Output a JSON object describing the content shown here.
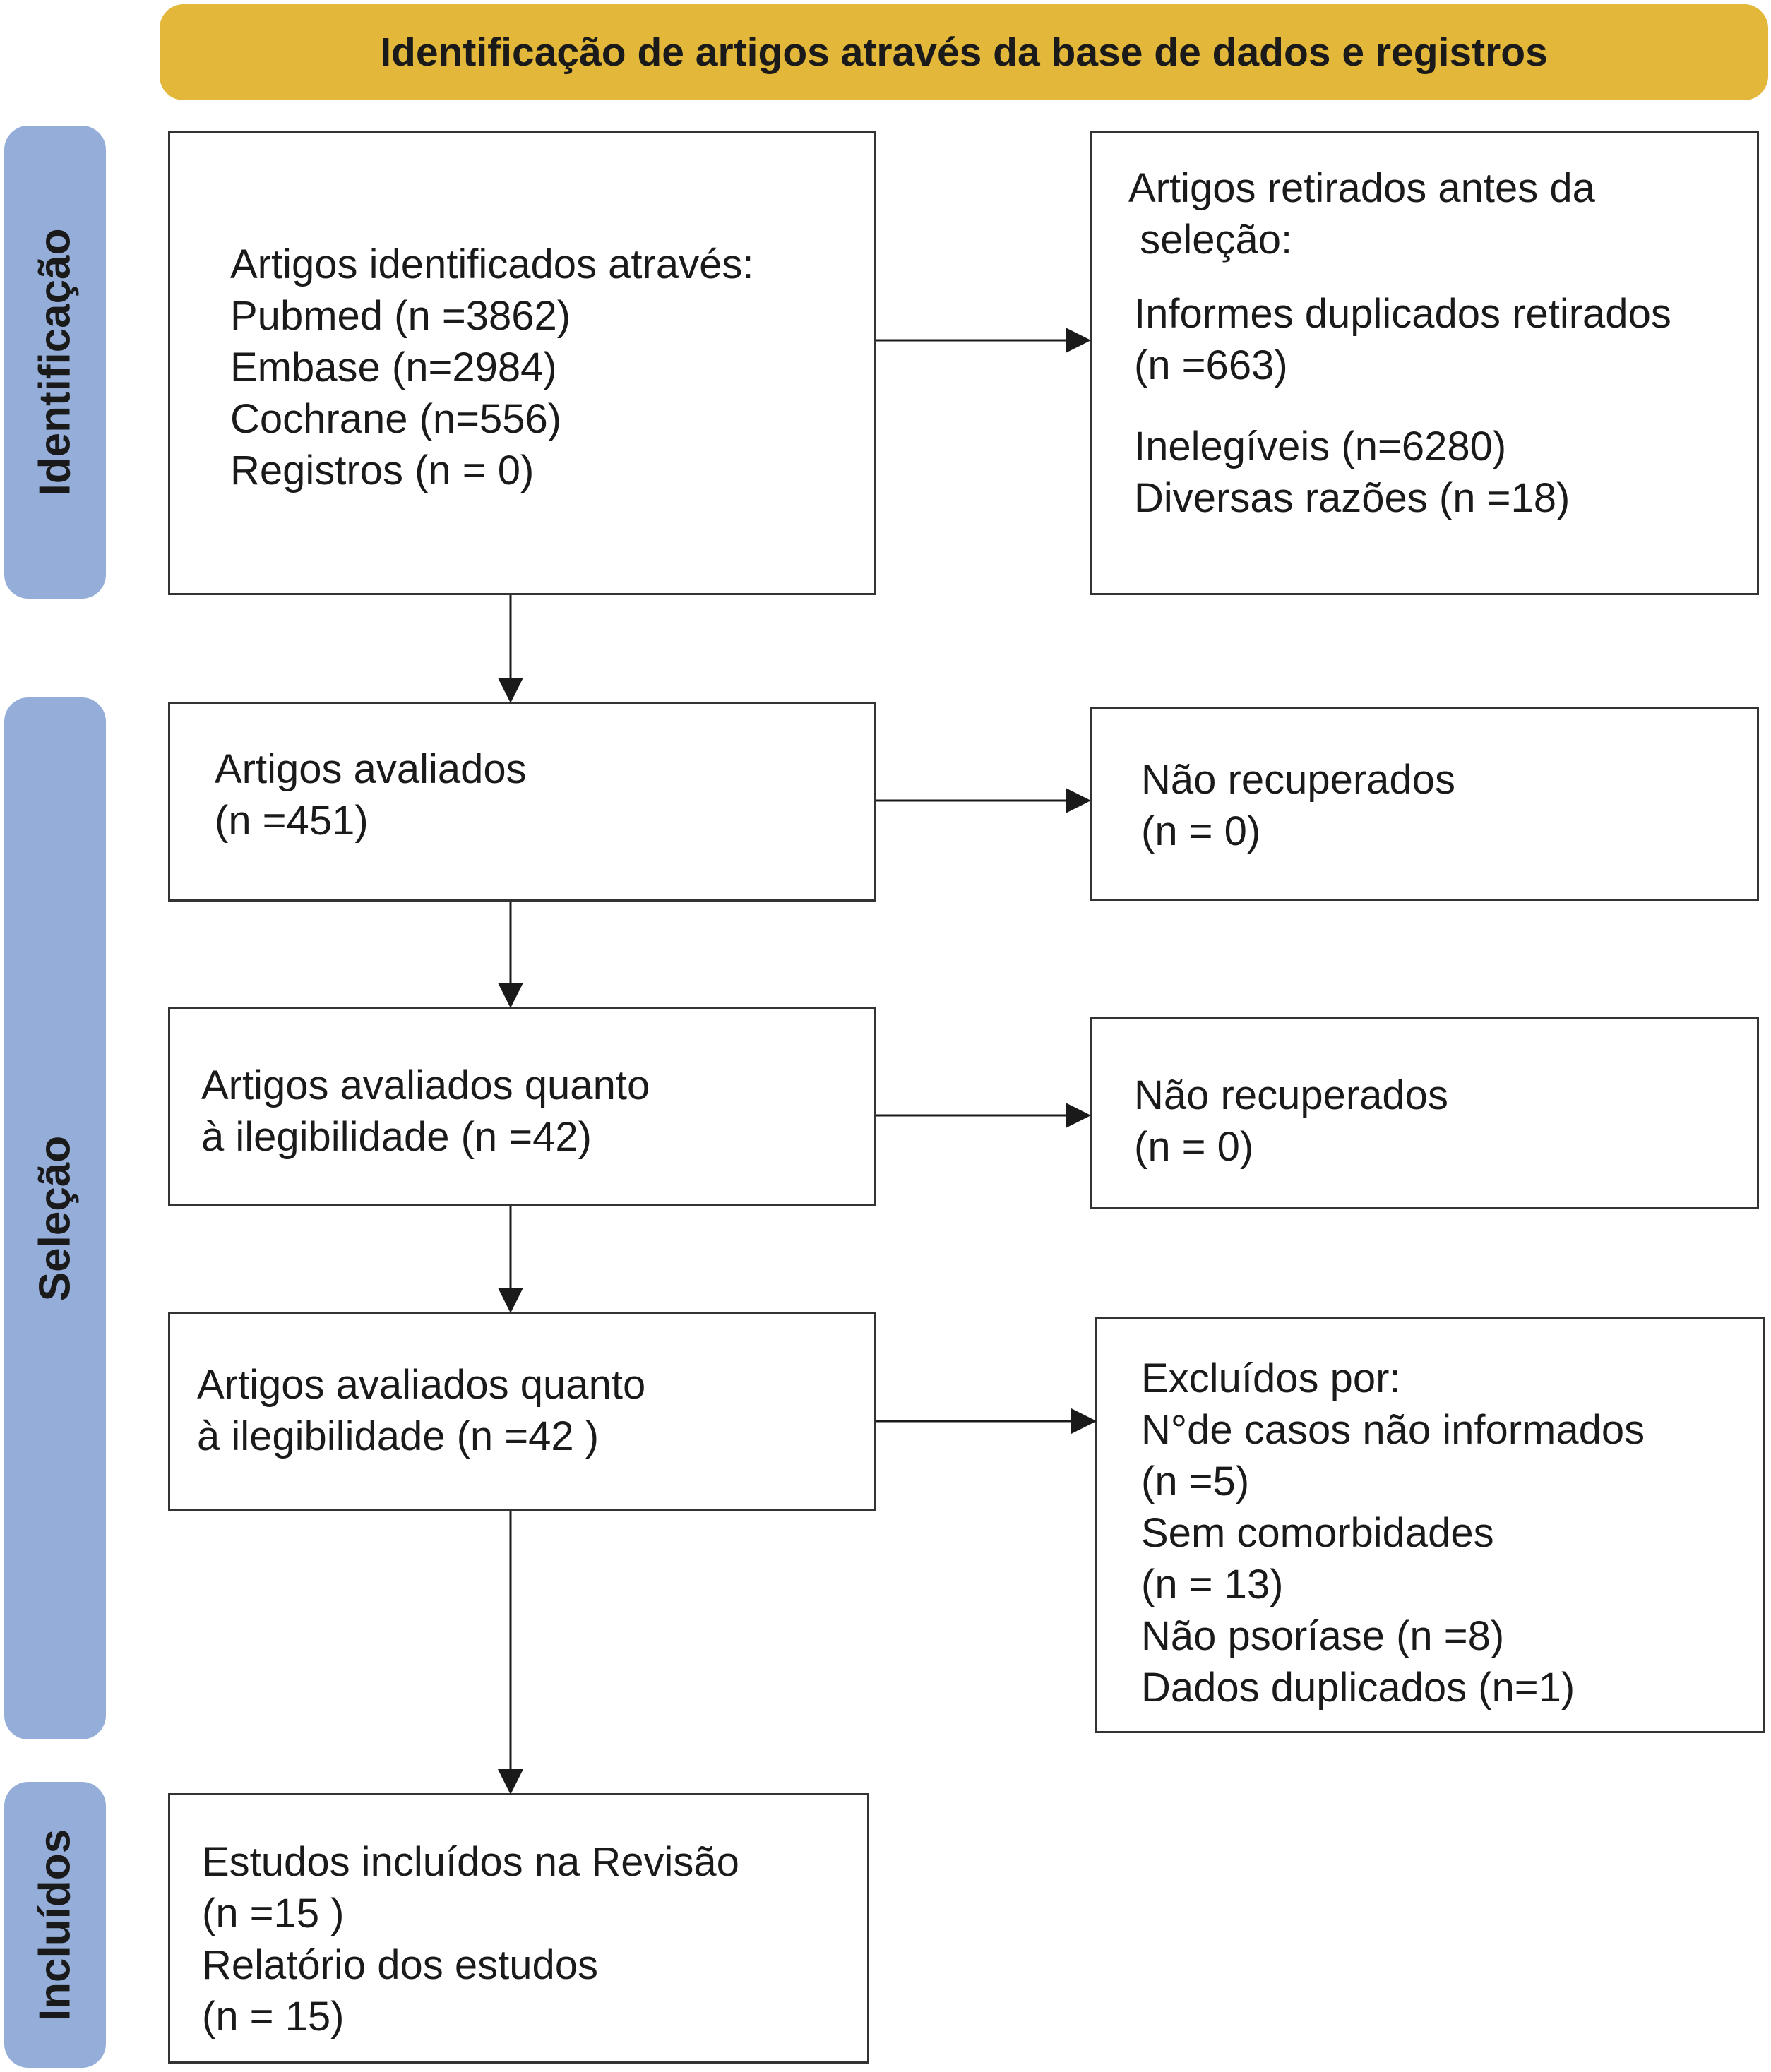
{
  "header": {
    "title": "Identificação de artigos através da base  de dados e registros"
  },
  "phases": {
    "identificacao": "Identificação",
    "selecao": "Seleção",
    "incluidos": "Incluídos"
  },
  "boxes": {
    "identified": {
      "lines": [
        "Artigos identificados através:",
        "Pubmed (n =3862)",
        "Embase (n=2984)",
        "Cochrane (n=556)",
        "Registros (n = 0)"
      ]
    },
    "removed": {
      "heading": [
        "Artigos retirados antes da",
        " seleção:"
      ],
      "lines": [
        "Informes duplicados retirados",
        "(n =663)",
        "Inelegíveis (n=6280)",
        "Diversas razões (n =18)"
      ]
    },
    "assessed": {
      "lines": [
        "Artigos avaliados",
        "(n =451)"
      ]
    },
    "not_retrieved_1": {
      "lines": [
        "Não recuperados",
        "(n = 0)"
      ]
    },
    "eligibility_1": {
      "lines": [
        "Artigos avaliados quanto",
        "à ilegibilidade (n =42)"
      ]
    },
    "not_retrieved_2": {
      "lines": [
        "Não recuperados",
        "(n = 0)"
      ]
    },
    "eligibility_2": {
      "lines": [
        "Artigos avaliados quanto",
        "à ilegibilidade (n =42 )"
      ]
    },
    "excluded": {
      "lines": [
        "Excluídos por:",
        "N°de casos não informados",
        "(n =5)",
        "Sem comorbidades",
        "(n = 13)",
        "Não psoríase (n =8)",
        "Dados duplicados (n=1)"
      ]
    },
    "included": {
      "lines": [
        "Estudos incluídos na Revisão",
        "(n =15 )",
        "Relatório dos estudos",
        "(n = 15)"
      ]
    }
  },
  "colors": {
    "header": "#e2b73a",
    "phase": "#94aed9",
    "line": "#1a1a1a"
  }
}
